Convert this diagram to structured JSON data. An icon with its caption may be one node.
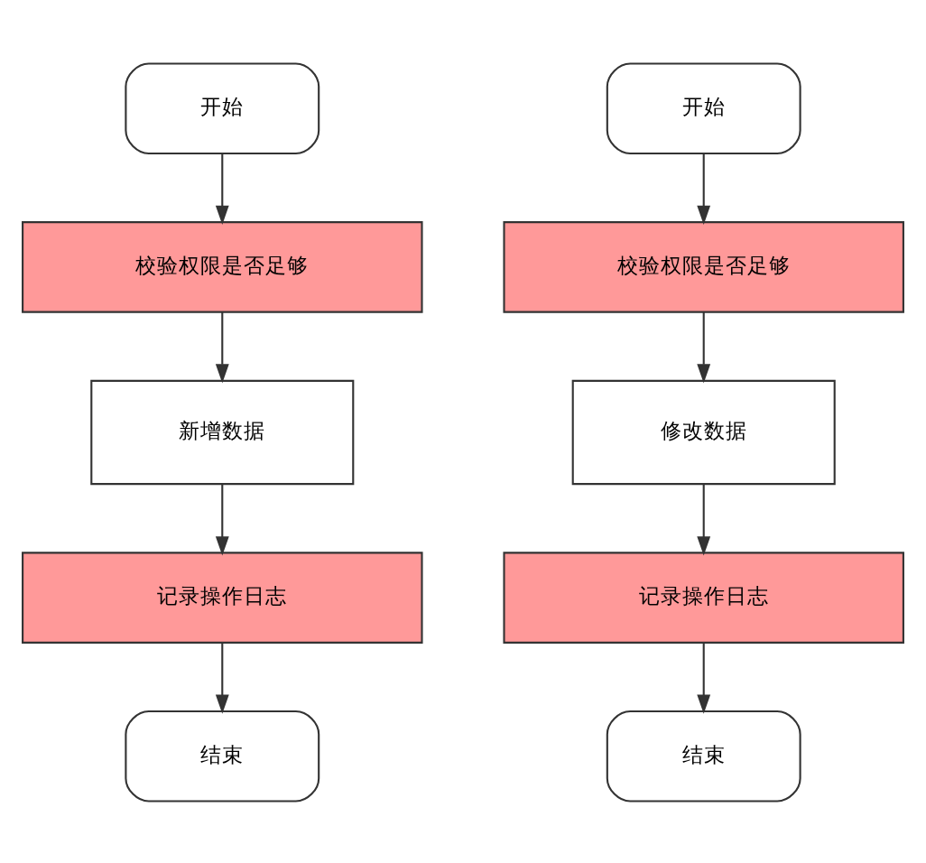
{
  "diagram": {
    "nodes": [
      {
        "text": [
          "开始"
        ]
      },
      {
        "text": [
          "校验权限是否足够"
        ]
      },
      {
        "text": [
          "新增数据"
        ]
      },
      {
        "text": [
          "记录操作日志"
        ]
      },
      {
        "text": [
          "结束"
        ]
      },
      {
        "text": [
          "开始"
        ]
      },
      {
        "text": [
          "校验权限是否足够"
        ]
      },
      {
        "text": [
          "修改数据"
        ]
      },
      {
        "text": [
          "记录操作日志"
        ]
      },
      {
        "text": [
          "结束"
        ]
      }
    ],
    "edges": [
      {
        "from": 0,
        "to": 1,
        "arrow": "to"
      },
      {
        "from": 1,
        "to": 2,
        "arrow": "to"
      },
      {
        "from": 2,
        "to": 3,
        "arrow": "to"
      },
      {
        "from": 3,
        "to": 4,
        "arrow": "to"
      },
      {
        "from": 5,
        "to": 6,
        "arrow": "to"
      },
      {
        "from": 6,
        "to": 7,
        "arrow": "to"
      },
      {
        "from": 7,
        "to": 8,
        "arrow": "to"
      },
      {
        "from": 8,
        "to": 9,
        "arrow": "to"
      }
    ]
  }
}
